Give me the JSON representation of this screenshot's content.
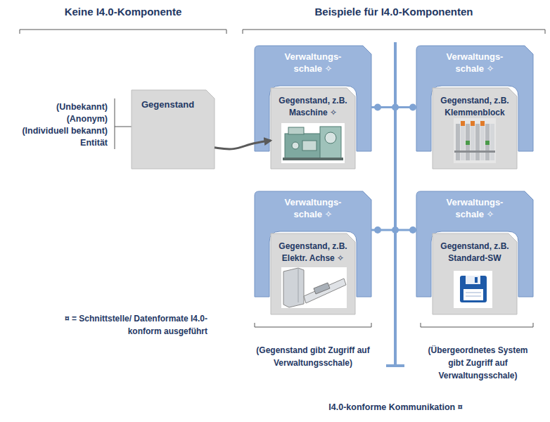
{
  "diagram": {
    "nodes": [
      {
        "text": [
          "Gegenstand"
        ]
      },
      {
        "text": [
          "Verwaltungs- schale ✧"
        ]
      },
      {
        "text": [
          "Gegenstand, z.B. Maschine ✧"
        ],
        "in": 1
      },
      {
        "text": [
          "Verwaltungs- schale ✧"
        ]
      },
      {
        "text": [
          "Gegenstand, z.B. Klemmenblock"
        ],
        "in": 3
      },
      {
        "text": [
          "Verwaltungs- schale ✧"
        ]
      },
      {
        "text": [
          "Gegenstand, z.B. Elektr. Achse ✧"
        ],
        "in": 5
      },
      {
        "text": [
          "Verwaltungs- schale ✧"
        ]
      },
      {
        "text": [
          "Gegenstand, z.B. Standard-SW"
        ],
        "in": 7
      }
    ],
    "edges": [
      {
        "from": 0,
        "to": 2,
        "arrow": "to"
      },
      {
        "from": 1,
        "to": 3,
        "arrow": "none"
      },
      {
        "from": 5,
        "to": 7,
        "arrow": "none"
      }
    ],
    "labels": [
      "Keine I4.0-Komponente",
      "Beispiele für I4.0-Komponenten",
      "(Unbekannt)",
      "(Anonym)",
      "(Individuell bekannt)",
      "Entität",
      "¤ = Schnittstelle/ Datenformate I4.0-konform ausgeführt",
      "(Gegenstand gibt Zugriff auf Verwaltungsschale)",
      "(Übergeordnetes System gibt Zugriff auf Verwaltungsschale)",
      "I4.0-konforme Kommunikation ¤"
    ]
  }
}
